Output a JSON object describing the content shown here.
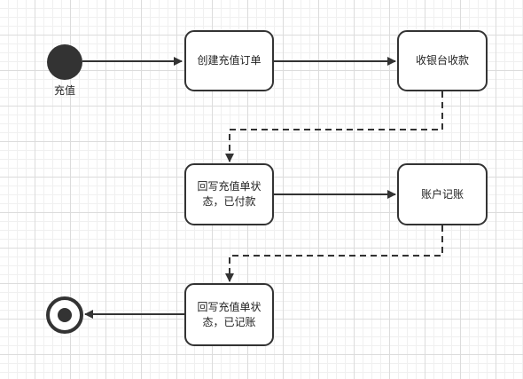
{
  "diagram": {
    "start": {
      "label": "充值"
    },
    "nodes": [
      {
        "id": "create-order",
        "label": "创建充值订单"
      },
      {
        "id": "cashier",
        "label": "收银台收款"
      },
      {
        "id": "writeback-paid",
        "label": "回写充值单状态，已付款"
      },
      {
        "id": "account-entry",
        "label": "账户记账"
      },
      {
        "id": "writeback-booked",
        "label": "回写充值单状态，已记账"
      }
    ],
    "edges": [
      {
        "from": "start",
        "to": "create-order",
        "style": "solid"
      },
      {
        "from": "create-order",
        "to": "cashier",
        "style": "solid"
      },
      {
        "from": "cashier",
        "to": "writeback-paid",
        "style": "dashed"
      },
      {
        "from": "writeback-paid",
        "to": "account-entry",
        "style": "solid"
      },
      {
        "from": "account-entry",
        "to": "writeback-booked",
        "style": "dashed"
      },
      {
        "from": "writeback-booked",
        "to": "end",
        "style": "solid"
      }
    ],
    "colors": {
      "stroke": "#333333",
      "fill": "#ffffff",
      "grid": "#dcdcdc"
    }
  }
}
